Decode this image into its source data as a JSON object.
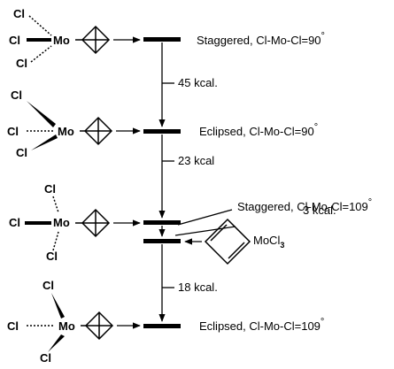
{
  "levels": [
    {
      "label": "Staggered, Cl-Mo-Cl=90",
      "degree": "°"
    },
    {
      "label": "Eclipsed, Cl-Mo-Cl=90",
      "degree": "°"
    },
    {
      "label": "Staggered, Cl-Mo-Cl=109",
      "degree": "°"
    },
    {
      "label": "Eclipsed, Cl-Mo-Cl=109",
      "degree": "°"
    }
  ],
  "gaps": [
    {
      "label": "45 kcal."
    },
    {
      "label": "23 kcal"
    },
    {
      "label": "3 kcal."
    },
    {
      "label": "18 kcal."
    }
  ],
  "atoms": {
    "cl": "Cl",
    "mo": "Mo"
  },
  "complex": {
    "metal": "MoCl",
    "subscript": "3"
  }
}
